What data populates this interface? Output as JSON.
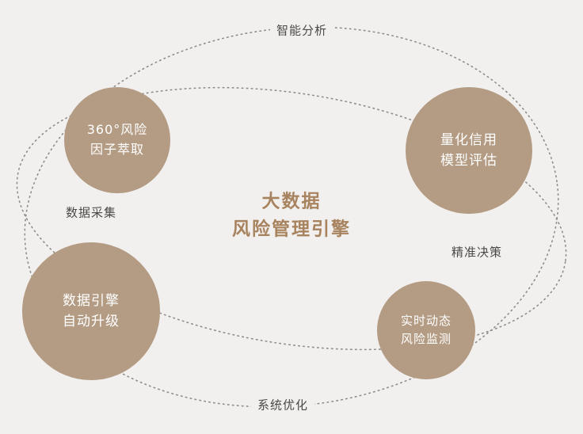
{
  "diagram": {
    "title": {
      "line1": "大数据",
      "line2": "风险管理引擎"
    },
    "nodes": [
      {
        "id": "factor-extraction",
        "line1": "360°风险",
        "line2": "因子萃取"
      },
      {
        "id": "credit-model",
        "line1": "量化信用",
        "line2": "模型评估"
      },
      {
        "id": "engine-upgrade",
        "line1": "数据引擎",
        "line2": "自动升级"
      },
      {
        "id": "risk-monitoring",
        "line1": "实时动态",
        "line2": "风险监测"
      }
    ],
    "edge_labels": {
      "top": "智能分析",
      "left": "数据采集",
      "right": "精准决策",
      "bottom": "系统优化"
    },
    "colors": {
      "node_fill": "#b49c84",
      "title_text": "#a8835f",
      "background": "#f2f0ee",
      "orbit_line": "#8f8d8a",
      "label_text": "#4a4a4a"
    }
  }
}
